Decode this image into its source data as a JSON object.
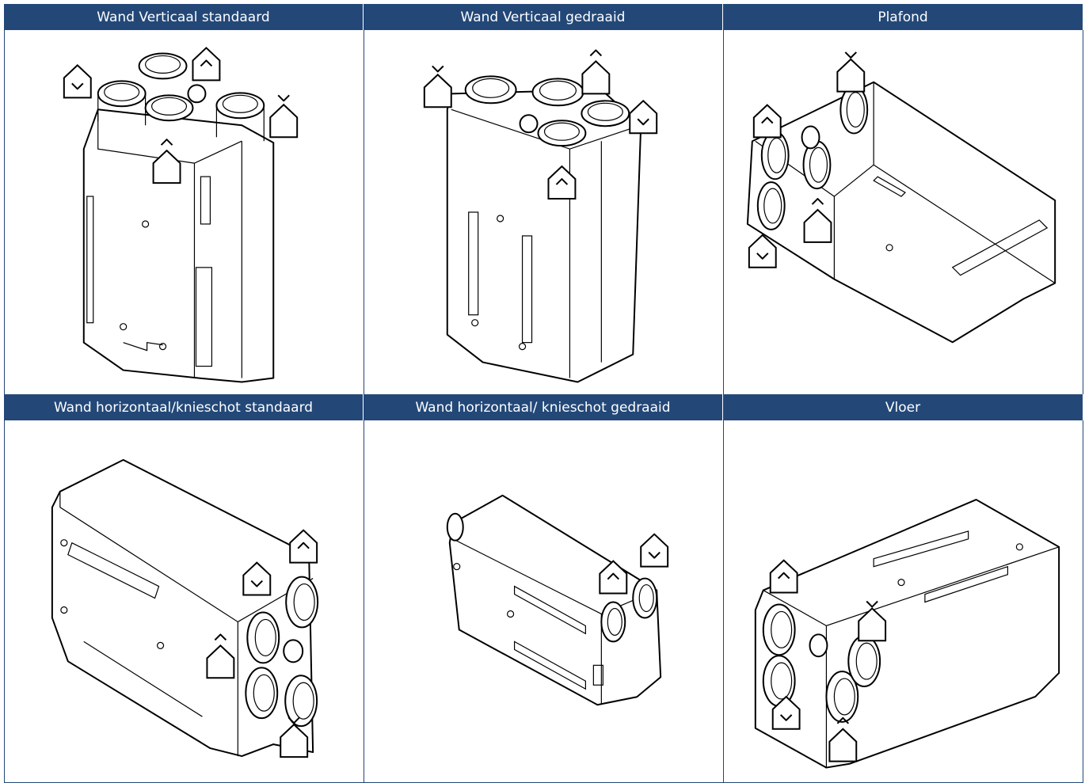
{
  "headers": {
    "h1": "Wand Verticaal standaard",
    "h2": "Wand Verticaal gedraaid",
    "h3": "Plafond",
    "h4": "Wand horizontaal/knieschot standaard",
    "h5": "Wand horizontaal/ knieschot gedraaid",
    "h6": "Vloer"
  },
  "colors": {
    "header_bg": "#234878",
    "header_text": "#ffffff"
  },
  "icons": [
    "house-supply-arrow-icon",
    "house-extract-arrow-icon",
    "house-cross-icon"
  ]
}
